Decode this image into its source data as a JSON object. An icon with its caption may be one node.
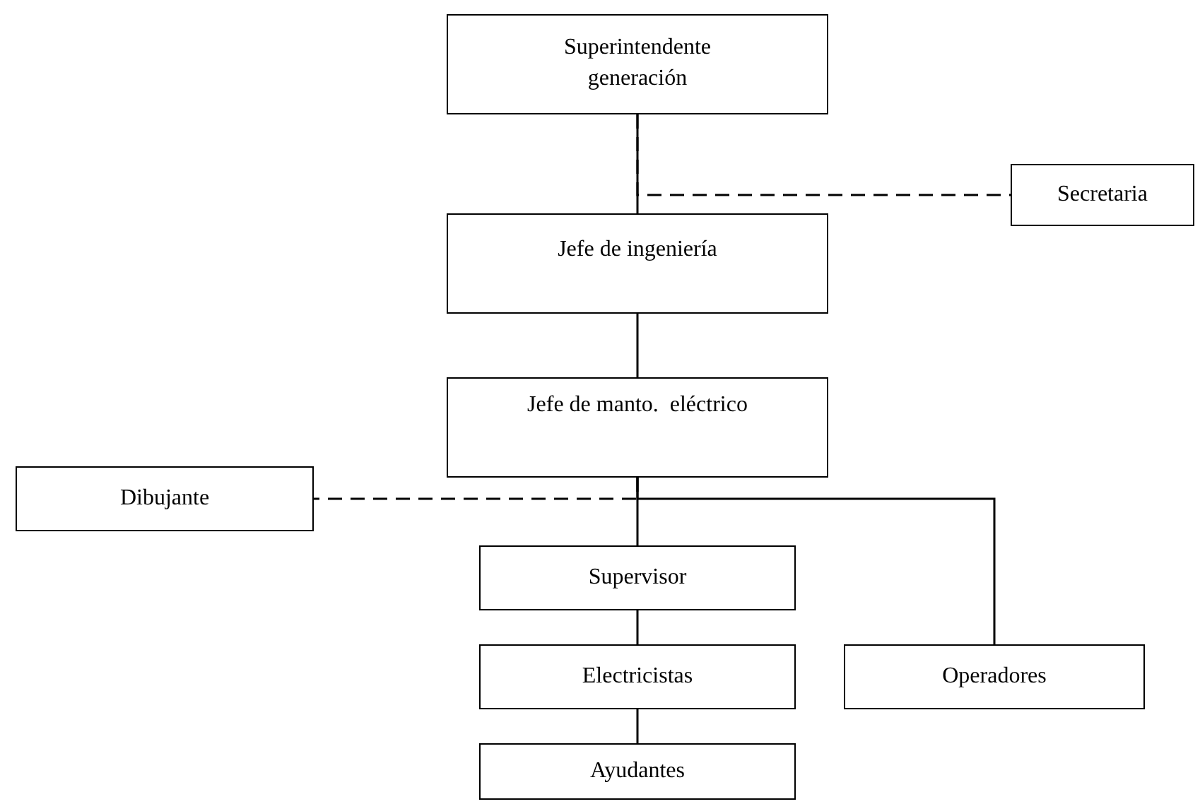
{
  "diagram": {
    "nodes": [
      {
        "text": [
          "Superintendente generación"
        ]
      },
      {
        "text": [
          "Secretaria"
        ]
      },
      {
        "text": [
          "Jefe de ingeniería"
        ]
      },
      {
        "text": [
          "Jefe de manto.  eléctrico"
        ]
      },
      {
        "text": [
          "Dibujante"
        ]
      },
      {
        "text": [
          "Supervisor"
        ]
      },
      {
        "text": [
          "Electricistas"
        ]
      },
      {
        "text": [
          "Operadores"
        ]
      },
      {
        "text": [
          "Ayudantes"
        ]
      }
    ],
    "edges": [
      {
        "from": 0,
        "to": 2,
        "arrow": "none"
      },
      {
        "from": 0,
        "to": 1,
        "arrow": "none",
        "style": "dashed"
      },
      {
        "from": 2,
        "to": 3,
        "arrow": "none"
      },
      {
        "from": 3,
        "to": 4,
        "arrow": "none",
        "style": "dashed"
      },
      {
        "from": 3,
        "to": 5,
        "arrow": "none"
      },
      {
        "from": 3,
        "to": 7,
        "arrow": "none"
      },
      {
        "from": 5,
        "to": 6,
        "arrow": "none"
      },
      {
        "from": 6,
        "to": 8,
        "arrow": "none"
      }
    ]
  }
}
